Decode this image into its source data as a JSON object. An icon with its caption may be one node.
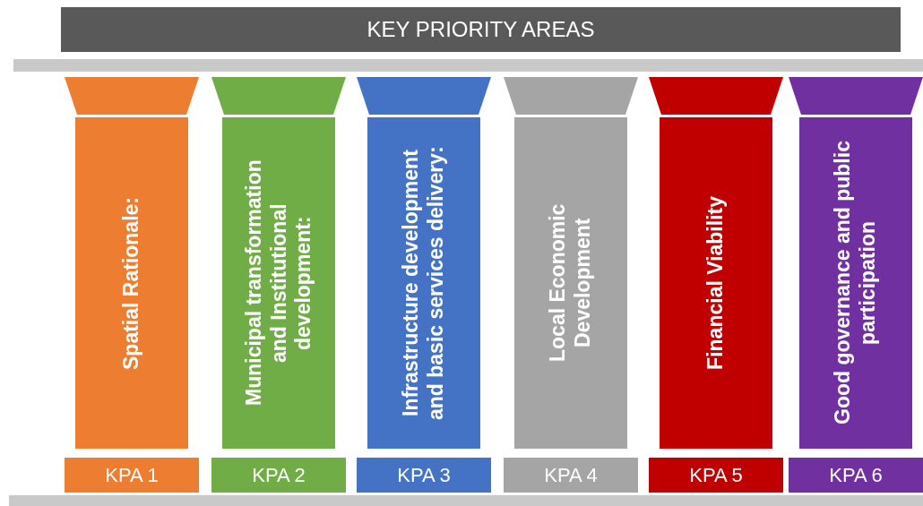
{
  "diagram": {
    "nodes": [
      {
        "text": [
          "KEY PRIORITY AREAS"
        ]
      },
      {
        "text": [],
        "shape": "bar"
      },
      {
        "text": [],
        "shape": "trapezoid"
      },
      {
        "text": [
          "Spatial Rationale:"
        ]
      },
      {
        "text": [
          "KPA 1"
        ]
      },
      {
        "text": [],
        "shape": "trapezoid"
      },
      {
        "text": [
          "Municipal transformation and Institutional development:"
        ]
      },
      {
        "text": [
          "KPA 2"
        ]
      },
      {
        "text": [],
        "shape": "trapezoid"
      },
      {
        "text": [
          "Infrastructure development and basic services delivery:"
        ]
      },
      {
        "text": [
          "KPA 3"
        ]
      },
      {
        "text": [],
        "shape": "trapezoid"
      },
      {
        "text": [
          "Local Economic Development"
        ]
      },
      {
        "text": [
          "KPA 4"
        ]
      },
      {
        "text": [],
        "shape": "trapezoid"
      },
      {
        "text": [
          "Financial Viability"
        ]
      },
      {
        "text": [
          "KPA 5"
        ]
      },
      {
        "text": [],
        "shape": "trapezoid"
      },
      {
        "text": [
          "Good governance and public participation"
        ]
      },
      {
        "text": [
          "KPA 6"
        ]
      },
      {
        "text": [],
        "shape": "bar"
      }
    ]
  }
}
